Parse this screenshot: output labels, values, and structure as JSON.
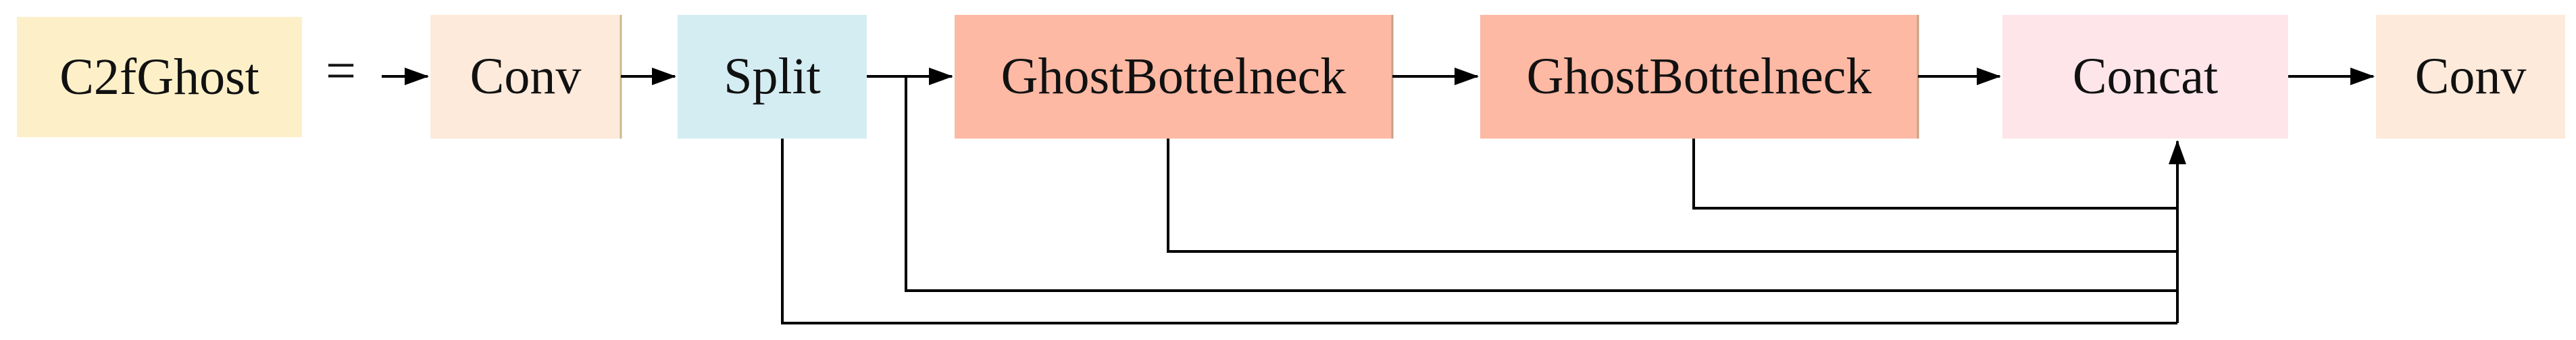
{
  "module_name": "C2fGhost",
  "nodes": [
    {
      "id": "conv-in",
      "label": "Conv",
      "color": "#fdeadb"
    },
    {
      "id": "split",
      "label": "Split",
      "color": "#d4edf3"
    },
    {
      "id": "ghost1",
      "label": "GhostBottelneck",
      "color": "#fdb9a4"
    },
    {
      "id": "ghost2",
      "label": "GhostBottelneck",
      "color": "#fdb9a4"
    },
    {
      "id": "concat",
      "label": "Concat",
      "color": "#fde5ea"
    },
    {
      "id": "conv-out",
      "label": "Conv",
      "color": "#fdeadb"
    }
  ],
  "title_color": "#fdf0c9",
  "edge_color": "#000000",
  "edges": [
    {
      "from": "module",
      "to": "conv-in",
      "style": "equals-arrow"
    },
    {
      "from": "conv-in",
      "to": "split"
    },
    {
      "from": "split",
      "to": "ghost1"
    },
    {
      "from": "ghost1",
      "to": "ghost2"
    },
    {
      "from": "ghost2",
      "to": "concat"
    },
    {
      "from": "concat",
      "to": "conv-out"
    },
    {
      "from": "split",
      "to": "concat",
      "route": "skip"
    },
    {
      "from": "split",
      "to": "concat",
      "route": "skip"
    },
    {
      "from": "ghost1",
      "to": "concat",
      "route": "skip"
    },
    {
      "from": "ghost2",
      "to": "concat",
      "route": "skip"
    }
  ]
}
